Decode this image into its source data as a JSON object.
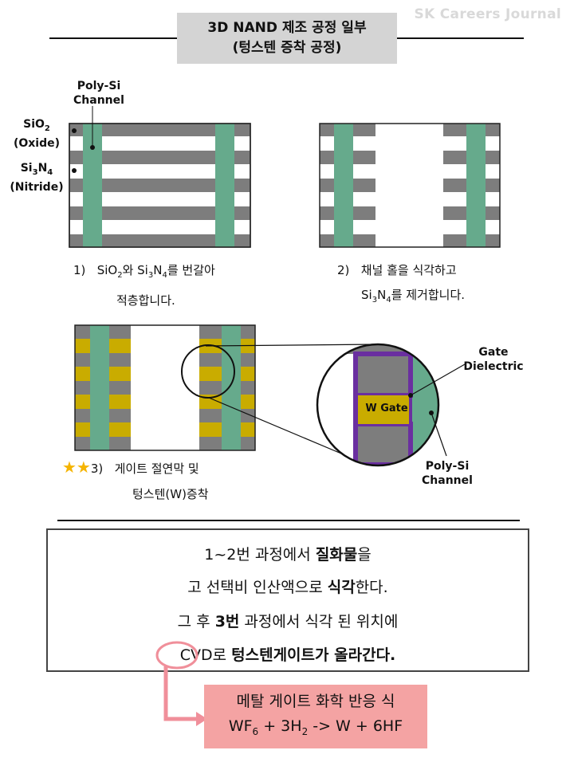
{
  "watermark": "SK Careers Journal",
  "title": {
    "line1": "3D NAND 제조 공정 일부",
    "line2": "(텅스텐 증착 공정)"
  },
  "labels": {
    "poly_si_channel_top": "Poly-Si",
    "poly_si_channel_bottom": "Channel",
    "sio2_main": "SiO",
    "sio2_sub": "2",
    "sio2_paren": "(Oxide)",
    "si3n4_si": "Si",
    "si3n4_3": "3",
    "si3n4_n": "N",
    "si3n4_4": "4",
    "si3n4_paren": "(Nitride)",
    "gate_dielectric_top": "Gate",
    "gate_dielectric_bottom": "Dielectric",
    "w_gate": "W Gate",
    "zoom_poly_top": "Poly-Si",
    "zoom_poly_bottom": "Channel"
  },
  "steps": [
    {
      "num": "1)",
      "line1_a": "SiO",
      "line1_b": "2",
      "line1_c": "와 Si",
      "line1_d": "3",
      "line1_e": "N",
      "line1_f": "4",
      "line1_g": "를 번갈아",
      "line2": "적층합니다."
    },
    {
      "num": "2)",
      "line1": "채널 홀을 식각하고",
      "line2_a": "Si",
      "line2_b": "3",
      "line2_c": "N",
      "line2_d": "4",
      "line2_e": "를 제거합니다."
    },
    {
      "stars": "★★",
      "num": "3)",
      "line1": "게이트 절연막 및",
      "line2": "텅스텐(W)증착"
    }
  ],
  "summary": {
    "l1_a": "1~2번 과정에서 ",
    "l1_b": "질화물",
    "l1_c": "을",
    "l2_a": "고 선택비 인산액으로 ",
    "l2_b": "식각",
    "l2_c": "한다.",
    "l3_a": "그 후 ",
    "l3_b": "3번",
    "l3_c": " 과정에서 식각 된 위치에",
    "l4_a": "CVD",
    "l4_b": "로 ",
    "l4_c": "텅스텐게이트가",
    "l4_d": " 올라간다."
  },
  "reaction": {
    "title": "메탈 게이트 화학 반응 식",
    "f_a": "WF",
    "f_b": "6",
    "f_c": " + 3H",
    "f_d": "2",
    "f_e": " -> W + 6HF"
  },
  "colors": {
    "oxide_gray": "#7d7d7d",
    "channel_green": "#66aa8c",
    "gate_yellow": "#c9ac00",
    "dielectric_purple": "#6a2fa0",
    "highlight_pink": "#f4a3a3",
    "arrow_pink": "#f08f9a"
  }
}
